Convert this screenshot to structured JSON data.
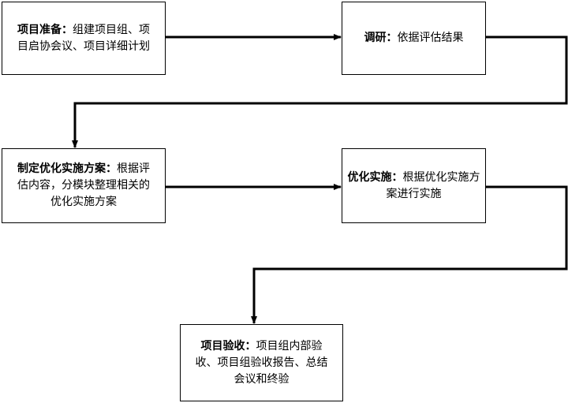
{
  "steps": {
    "prepare": {
      "title": "项目准备",
      "sep": "：",
      "line1": "组建项目组、项",
      "line2": "目启协会议、项目详细计划"
    },
    "research": {
      "title": "调研",
      "sep": "：",
      "line1": "依据评估结果"
    },
    "plan": {
      "title": "制定优化实施方案",
      "sep": "：",
      "line1": "根据评",
      "line2": "估内容，分模块整理相关的",
      "line3": "优化实施方案"
    },
    "implement": {
      "title": "优化实施",
      "sep": "：",
      "line1": "根据优化实施方",
      "line2": "案进行实施"
    },
    "accept": {
      "title": "项目验收",
      "sep": "：",
      "line1": "项目组内部验",
      "line2": "收、项目组验收报告、总结",
      "line3": "会议和终验"
    }
  },
  "colors": {
    "line": "#000000",
    "box_border": "#000000",
    "background": "#ffffff"
  }
}
